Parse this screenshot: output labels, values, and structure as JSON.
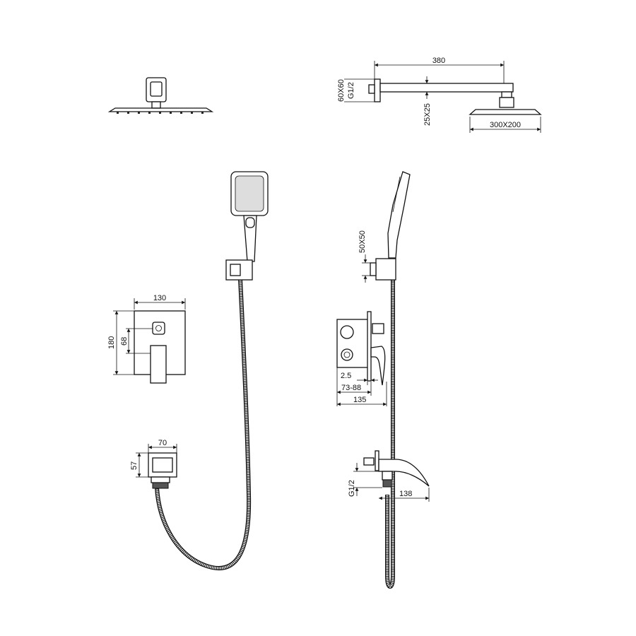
{
  "title": "Shower set technical drawing",
  "dimensions": {
    "arm_length": "380",
    "flange_size": "60X60",
    "arm_thread": "G1/2",
    "arm_section": "25X25",
    "head_size": "300X200",
    "holder_size": "50X50",
    "mixer_width": "130",
    "mixer_height": "180",
    "diverter_offset": "68",
    "plate_gap": "2.5",
    "install_depth": "73-88",
    "mixer_depth": "135",
    "outlet_width": "70",
    "outlet_height": "57",
    "spout_thread": "G1/2",
    "spout_length": "138"
  }
}
